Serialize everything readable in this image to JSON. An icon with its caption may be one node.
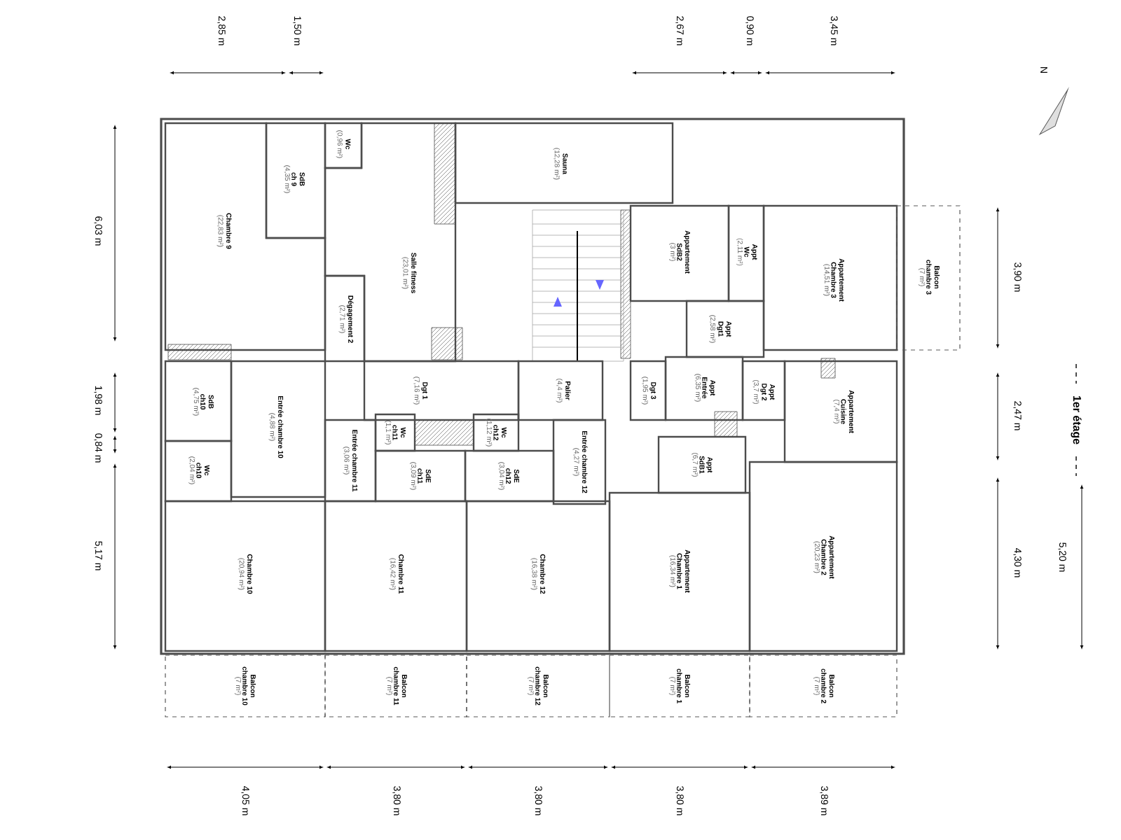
{
  "diagram": {
    "nodes": [
      {
        "text": [
          "Chambre 9",
          "(22,83 m²)"
        ]
      },
      {
        "text": [
          "SdB ch 9",
          "(4,35 m²)"
        ]
      },
      {
        "text": [
          "Wc",
          "(0,96 m²)"
        ]
      },
      {
        "text": [
          "Salle fitness",
          "(23,01 m²)"
        ]
      },
      {
        "text": [
          "Dégagement 2",
          "(2,71 m²)"
        ]
      },
      {
        "text": [
          "Sauna",
          "(12,28 m²)"
        ]
      },
      {
        "text": [
          "Appartement SdB2",
          "(3 m²)"
        ]
      },
      {
        "text": [
          "Appt Wc",
          "(2,11 m²)"
        ]
      },
      {
        "text": [
          "Appartement Chambre 3",
          "(14,51 m²)"
        ]
      },
      {
        "text": [
          "Balcon chambre 3",
          "(7 m²)"
        ]
      },
      {
        "text": [
          "Appt Dgt1",
          "(2,58 m²)"
        ]
      },
      {
        "text": [
          "SdB ch10",
          "(4,75 m²)"
        ]
      },
      {
        "text": [
          "Entrée chambre 10",
          "(4,88 m²)"
        ]
      },
      {
        "text": [
          "Dgt 1",
          "(7,16 m²)"
        ]
      },
      {
        "text": [
          "Palier",
          "(4,4 m²)"
        ]
      },
      {
        "text": [
          "Dgt 3",
          "(1,95 m²)"
        ]
      },
      {
        "text": [
          "Appt Entrée",
          "(6,35 m²)"
        ]
      },
      {
        "text": [
          "Appt Dgt 2",
          "(3,7 m²)"
        ]
      },
      {
        "text": [
          "Appartement Cuisine",
          "(7,4 m²)"
        ]
      },
      {
        "text": [
          "Wc ch10",
          "(2,04 m²)"
        ]
      },
      {
        "text": [
          "Entrée chambre 11",
          "(3,06 m²)"
        ]
      },
      {
        "text": [
          "Wc ch11",
          "(1,1 m²)"
        ]
      },
      {
        "text": [
          "SdE ch11",
          "(3,09 m²)"
        ]
      },
      {
        "text": [
          "Wc ch12",
          "(1,12 m²)"
        ]
      },
      {
        "text": [
          "SdE ch12",
          "(3,04 m²)"
        ]
      },
      {
        "text": [
          "Entrée chambre 12",
          "(4,27 m²)"
        ]
      },
      {
        "text": [
          "Appt SdB1",
          "(6,7 m²)"
        ]
      },
      {
        "text": [
          "Chambre 10",
          "(20,94 m²)"
        ]
      },
      {
        "text": [
          "Chambre 11",
          "(16,42 m²)"
        ]
      },
      {
        "text": [
          "Chambre 12",
          "(16,38 m²)"
        ]
      },
      {
        "text": [
          "Appartement Chambre 1",
          "(16,34 m²)"
        ]
      },
      {
        "text": [
          "Appartement Chambre 2",
          "(20,23 m²)"
        ]
      },
      {
        "text": [
          "Balcon chambre 10",
          "(7 m²)"
        ]
      },
      {
        "text": [
          "Balcon chambre 11",
          "(7 m²)"
        ]
      },
      {
        "text": [
          "Balcon chambre 12",
          "(7 m²)"
        ]
      },
      {
        "text": [
          "Balcon chambre 1",
          "(7 m²)"
        ]
      },
      {
        "text": [
          "Balcon chambre 2",
          "(7 m²)"
        ]
      }
    ],
    "labels": [
      "2,85 m",
      "1,50 m",
      "2,67 m",
      "0,90 m",
      "3,45 m",
      "N",
      "6,03 m",
      "1,98 m",
      "0,84 m",
      "5,17 m",
      "3,90 m",
      "2,47 m",
      "4,30 m",
      "1er étage",
      "5,20 m",
      "4,05 m",
      "3,80 m",
      "3,80 m",
      "3,80 m",
      "3,89 m"
    ]
  }
}
